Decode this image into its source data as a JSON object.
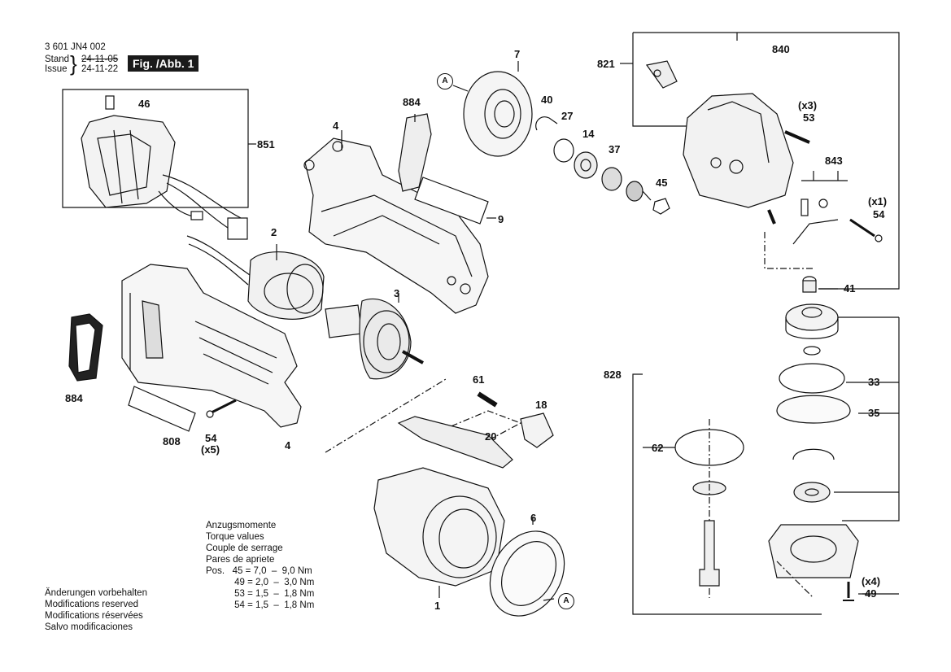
{
  "header": {
    "doc_number": "3 601 JN4 002",
    "stand_label": "Stand",
    "issue_label": "Issue",
    "stand_date": "24-11-05",
    "issue_date": "24-11-22",
    "fig_label": "Fig. /Abb. 1"
  },
  "parts": {
    "p46": "46",
    "p851": "851",
    "p884a": "884",
    "p884b": "884",
    "p4a": "4",
    "p4b": "4",
    "p9": "9",
    "p2": "2",
    "p3": "3",
    "p7": "7",
    "p40": "40",
    "p27": "27",
    "p14": "14",
    "p37": "37",
    "p45": "45",
    "p821": "821",
    "p840": "840",
    "p53": "53",
    "p53_qty": "(x3)",
    "p843": "843",
    "p54": "54",
    "p54_qty": "(x1)",
    "p41": "41",
    "p828": "828",
    "p33": "33",
    "p35": "35",
    "p62": "62",
    "p49": "49",
    "p49_qty": "(x4)",
    "p61": "61",
    "p18": "18",
    "p20": "20",
    "p6": "6",
    "p1": "1",
    "p808": "808",
    "p54b": "54",
    "p54b_qty": "(x5)",
    "ref_a1": "A",
    "ref_a2": "A"
  },
  "torque": {
    "lines": [
      "Anzugsmomente",
      "Torque values",
      "Couple de serrage",
      "Pares de apriete",
      "Pos.   45 = 7,0  –  9,0 Nm",
      "           49 = 2,0  –  3,0 Nm",
      "           53 = 1,5  –  1,8 Nm",
      "           54 = 1,5  –  1,8 Nm"
    ]
  },
  "notes": {
    "lines": [
      "Änderungen vorbehalten",
      "Modifications reserved",
      "Modifications réservées",
      "Salvo modificaciones"
    ]
  }
}
